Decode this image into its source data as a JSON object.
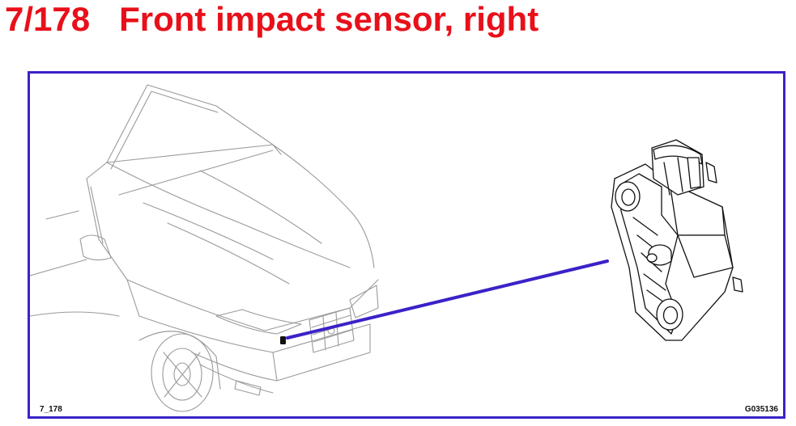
{
  "header": {
    "figure_number": "7/178",
    "title": "Front impact sensor, right"
  },
  "diagram": {
    "ref_left": "7_178",
    "ref_right": "G035136",
    "leader_color": "#3a22c8",
    "title_color": "#e8101a",
    "icons": [
      "car-line-drawing",
      "impact-sensor-drawing"
    ]
  }
}
